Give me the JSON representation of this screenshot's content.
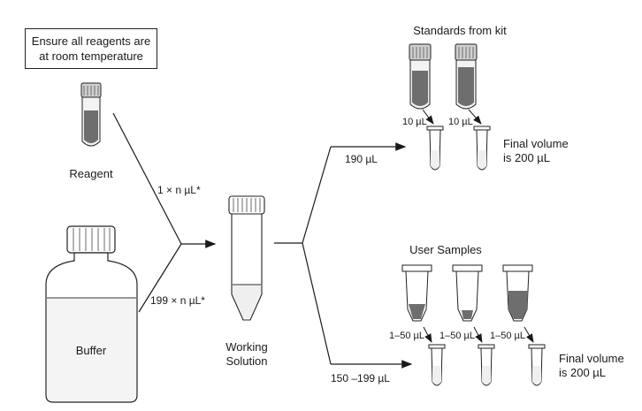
{
  "note": {
    "line1": "Ensure all reagents are",
    "line2": "at room temperature"
  },
  "labels": {
    "reagent": "Reagent",
    "buffer": "Buffer",
    "working_line1": "Working",
    "working_line2": "Solution",
    "reagent_volume": "1 × n µL*",
    "buffer_volume": "199 × n µL*",
    "standards_volume": "190 µL",
    "samples_volume": "150 –199 µL",
    "standards_title": "Standards from kit",
    "samples_title": "User Samples",
    "std_transfer_1": "10 µL",
    "std_transfer_2": "10 µL",
    "sample_transfer_1": "1–50 µL",
    "sample_transfer_2": "1–50 µL",
    "sample_transfer_3": "1–50 µL",
    "final_std_line1": "Final volume",
    "final_std_line2": "is 200 µL",
    "final_samples_line1": "Final volume",
    "final_samples_line2": "is 200 µL"
  },
  "colors": {
    "line": "#1a1a1a",
    "liquid_dark": "#6e6e6e",
    "tube_light": "#efefef"
  }
}
